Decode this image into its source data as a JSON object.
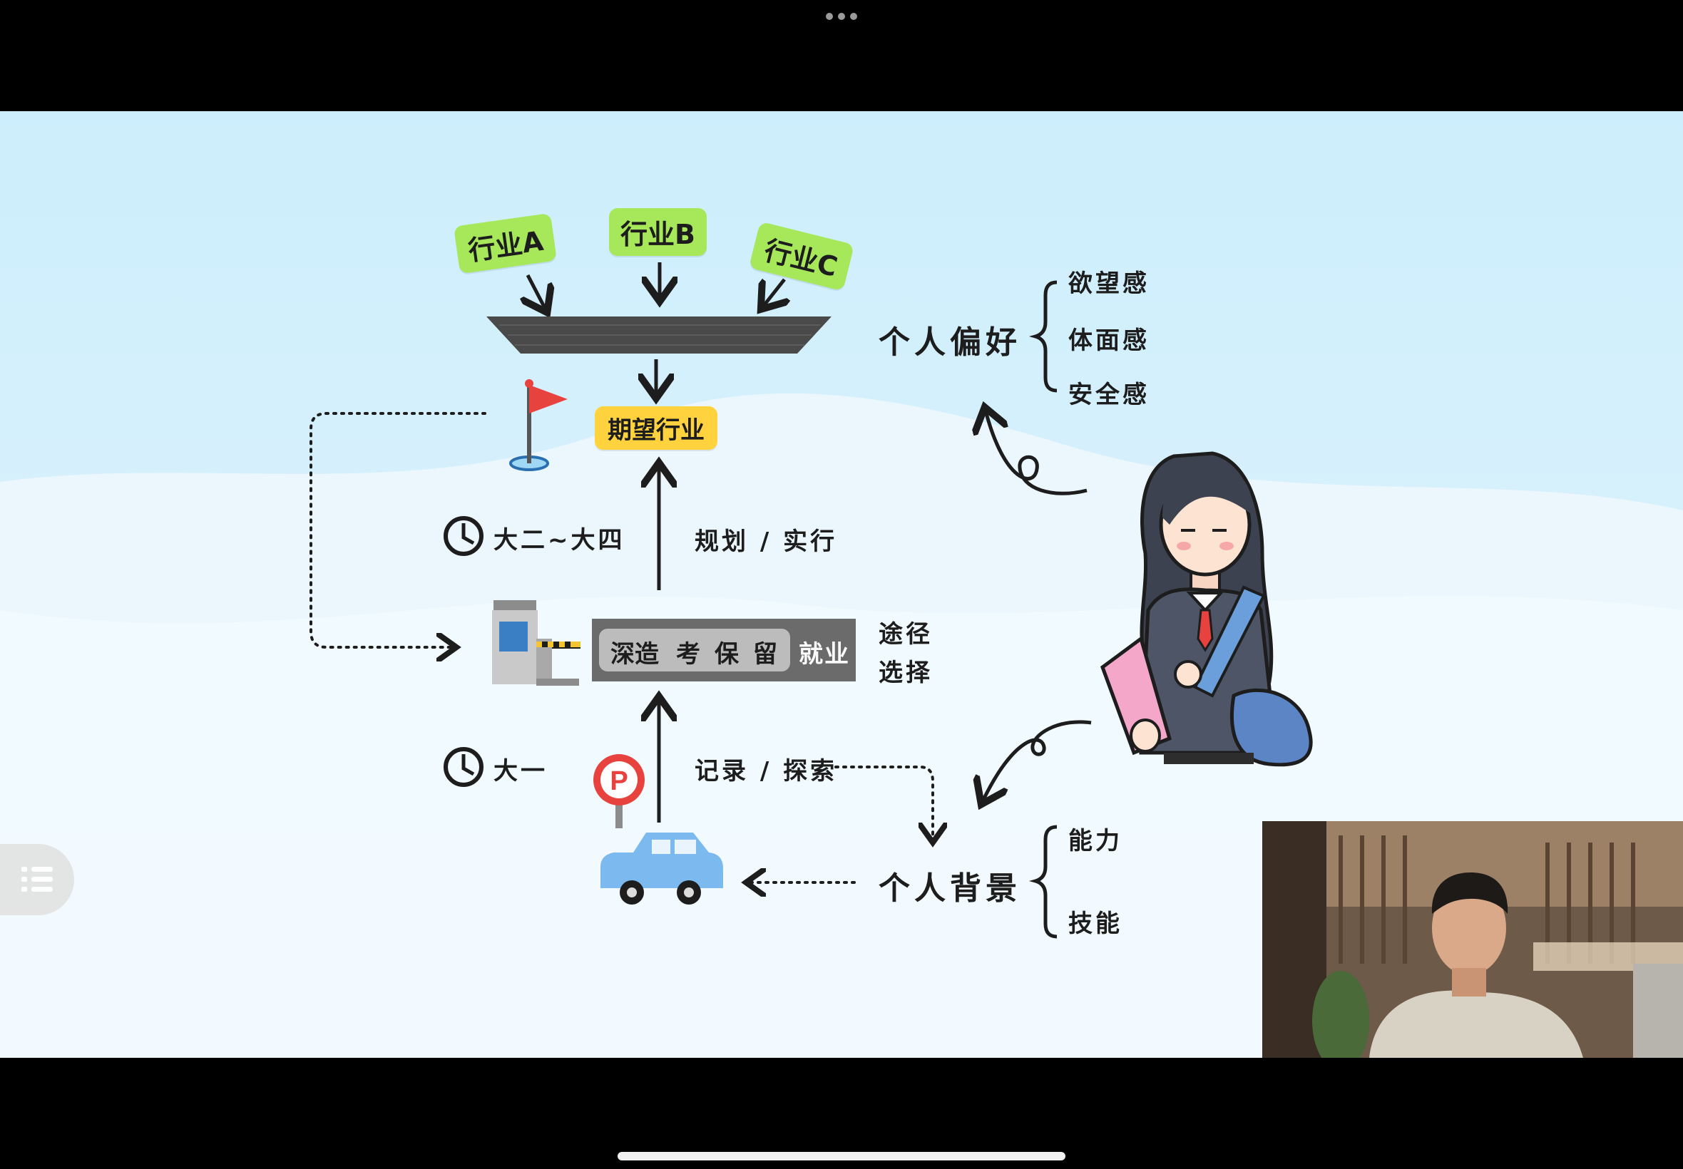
{
  "diagram": {
    "industries": [
      "行业A",
      "行业B",
      "行业C"
    ],
    "expected_industry": "期望行业",
    "period_upper": "大二~大四",
    "period_lower": "大一",
    "action_upper": "规划 / 实行",
    "action_lower": "记录 / 探索",
    "path_options": [
      "深造",
      "考",
      "保",
      "留"
    ],
    "path_employment": "就业",
    "path_label_line1": "途径",
    "path_label_line2": "选择",
    "preference": {
      "title": "个人偏好",
      "items": [
        "欲望感",
        "体面感",
        "安全感"
      ]
    },
    "background": {
      "title": "个人背景",
      "items": [
        "能力",
        "技能"
      ]
    },
    "parking_sign": "P"
  },
  "colors": {
    "slide_bg": "#cdeefc",
    "tag_green": "#a6e85a",
    "tag_yellow": "#ffd23e",
    "filter_dark": "#4a4a4a"
  },
  "icons": [
    "flag-icon",
    "clock-icon",
    "parking-sign-icon",
    "car-icon",
    "toll-gate-icon",
    "student-illustration",
    "menu-list-icon"
  ]
}
